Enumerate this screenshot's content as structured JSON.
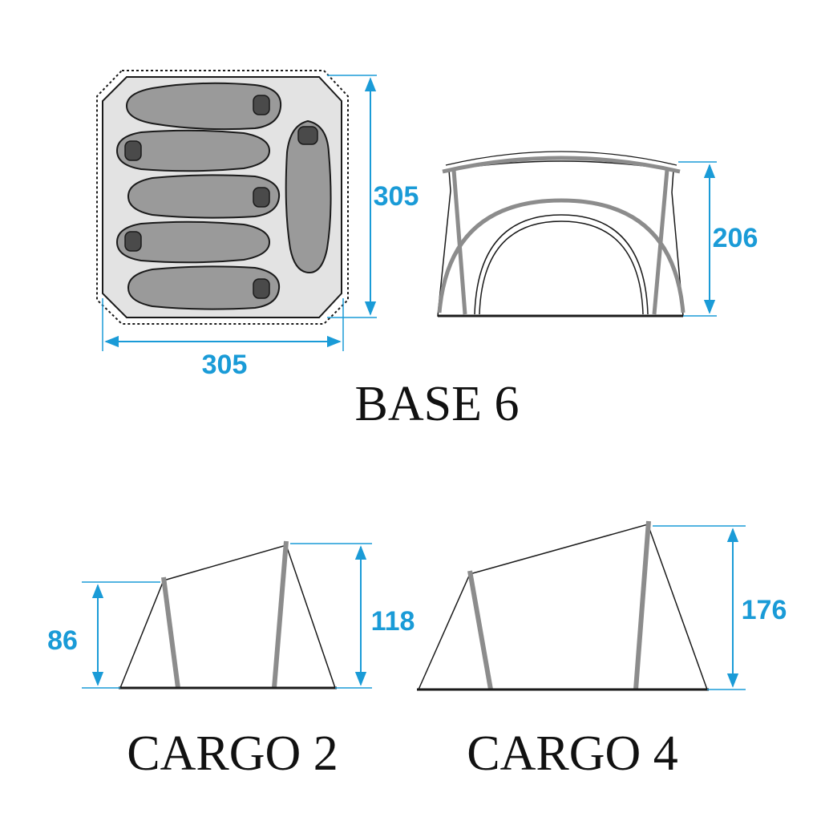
{
  "colors": {
    "dimension": "#1a9bd7",
    "outline": "#1a1a1a",
    "pole": "#8c8c8c",
    "floor": "#e3e3e3",
    "bag": "#9a9a9a",
    "bag_head": "#4a4a4a",
    "text": "#111111"
  },
  "models": {
    "base6": {
      "name": "BASE 6",
      "width": "305",
      "depth": "305",
      "height": "206"
    },
    "cargo2": {
      "name": "CARGO 2",
      "low_height": "86",
      "high_height": "118"
    },
    "cargo4": {
      "name": "CARGO 4",
      "high_height": "176"
    }
  }
}
